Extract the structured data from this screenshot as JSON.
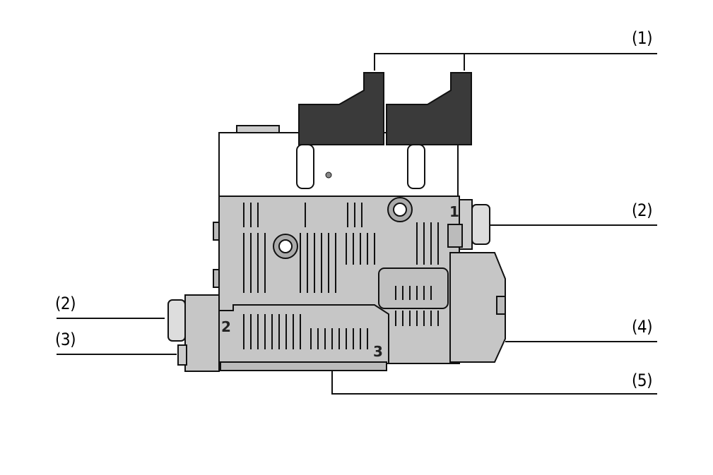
{
  "callouts": [
    {
      "id": "1",
      "label": "(1)"
    },
    {
      "id": "2r",
      "label": "(2)"
    },
    {
      "id": "4",
      "label": "(4)"
    },
    {
      "id": "5",
      "label": "(5)"
    },
    {
      "id": "2l",
      "label": "(2)"
    },
    {
      "id": "3",
      "label": "(3)"
    }
  ],
  "port_markings": {
    "p1": "1",
    "p2": "2",
    "p3": "3"
  },
  "colors": {
    "body": "#c6c6c6",
    "solenoid": "#3a3a3a",
    "outline": "#111111"
  }
}
